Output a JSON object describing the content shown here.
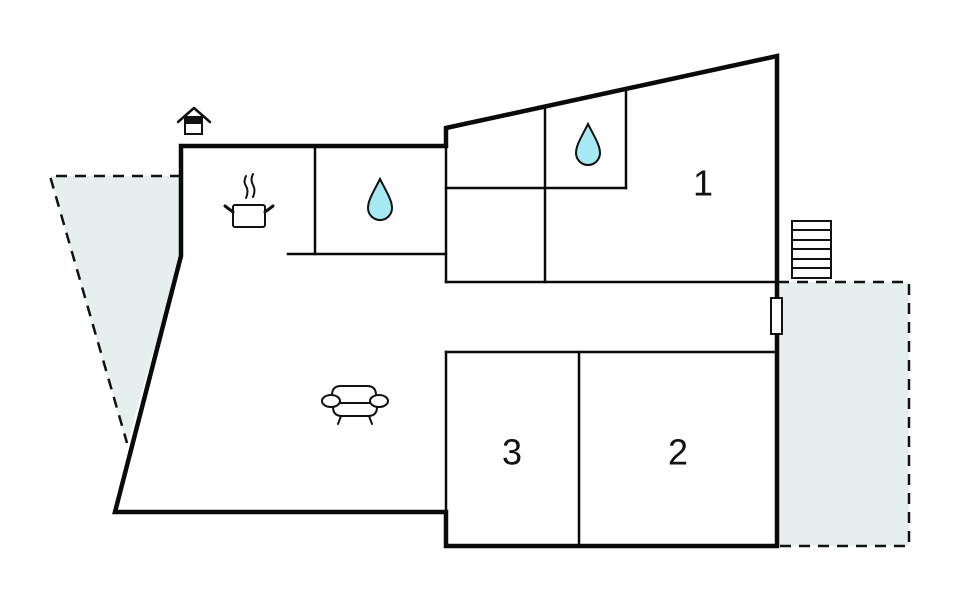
{
  "floorplan": {
    "rooms": [
      {
        "id": "room-1",
        "label": "1",
        "type": "bedroom"
      },
      {
        "id": "room-2",
        "label": "2",
        "type": "bedroom"
      },
      {
        "id": "room-3",
        "label": "3",
        "type": "bedroom"
      }
    ],
    "icons": {
      "entrance": "house-entrance-icon",
      "kitchen": "cooking-pot-icon",
      "bathroom_1": "water-drop-icon",
      "bathroom_2": "water-drop-icon",
      "living": "armchair-icon",
      "stairs": "stairs-icon",
      "door": "door-icon"
    },
    "colors": {
      "wall": "#0a0a0a",
      "terrace_fill": "#e6eeee",
      "water_drop": "#a6e9f2",
      "background": "#ffffff"
    }
  }
}
